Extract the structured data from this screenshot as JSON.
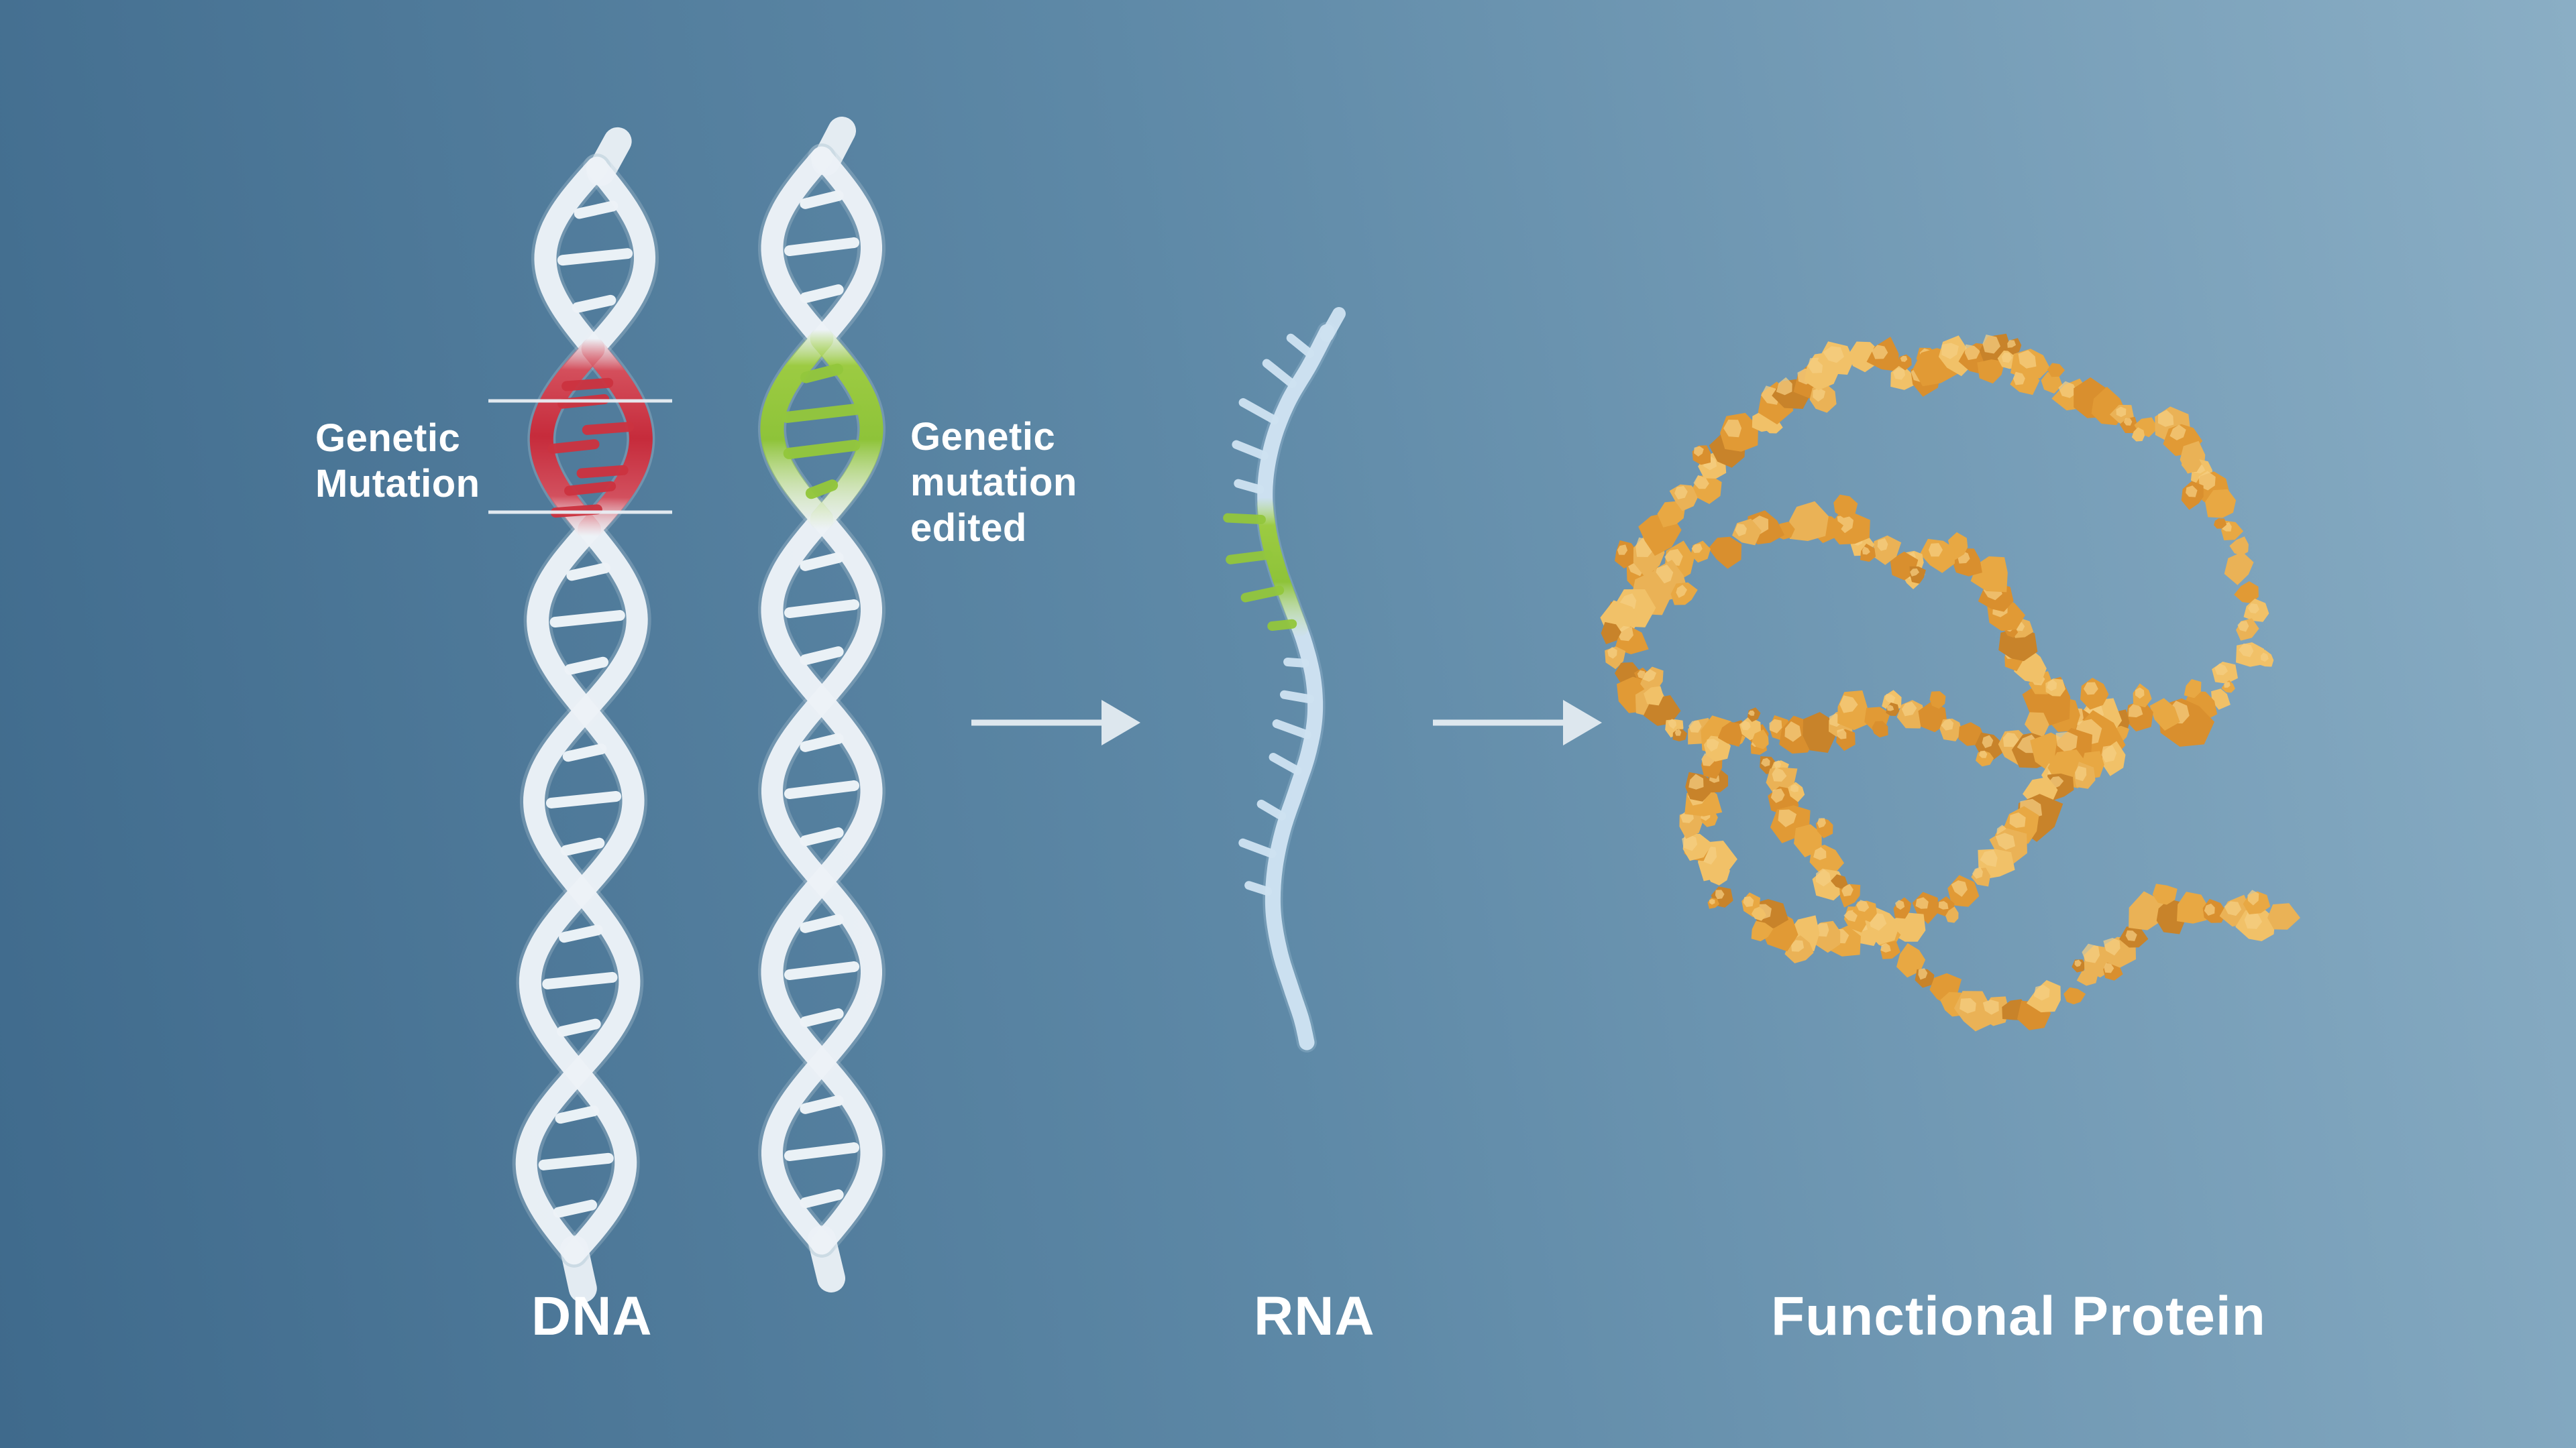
{
  "figure": {
    "stage_labels": {
      "dna": "DNA",
      "rna": "RNA",
      "protein": "Functional Protein"
    },
    "annotations": {
      "genetic_mutation": {
        "lines": [
          "Genetic",
          "Mutation"
        ]
      },
      "genetic_mutation_edited": {
        "lines": [
          "Genetic",
          "mutation",
          "edited"
        ]
      }
    }
  },
  "colors": {
    "background_left": "#3f6a8c",
    "background_mid": "#5e89a7",
    "background_right": "#8aaec5",
    "dna_strand": "#ecf2f7",
    "dna_strand_shadow": "#b7cbd8",
    "dna_rung": "#eff5f9",
    "mutation_red": "#cc3340",
    "edited_green": "#93c73c",
    "rna_strand": "#cfe3f2",
    "rna_strand_shadow": "#9fbdd4",
    "rna_green": "#93c73c",
    "protein_gold": "#e8a843",
    "protein_gold_light": "#f5cf82",
    "protein_gold_dark": "#c8832a",
    "arrow": "#dde7ee",
    "marker_line": "#e9eff5",
    "label_text": "#ffffff"
  }
}
